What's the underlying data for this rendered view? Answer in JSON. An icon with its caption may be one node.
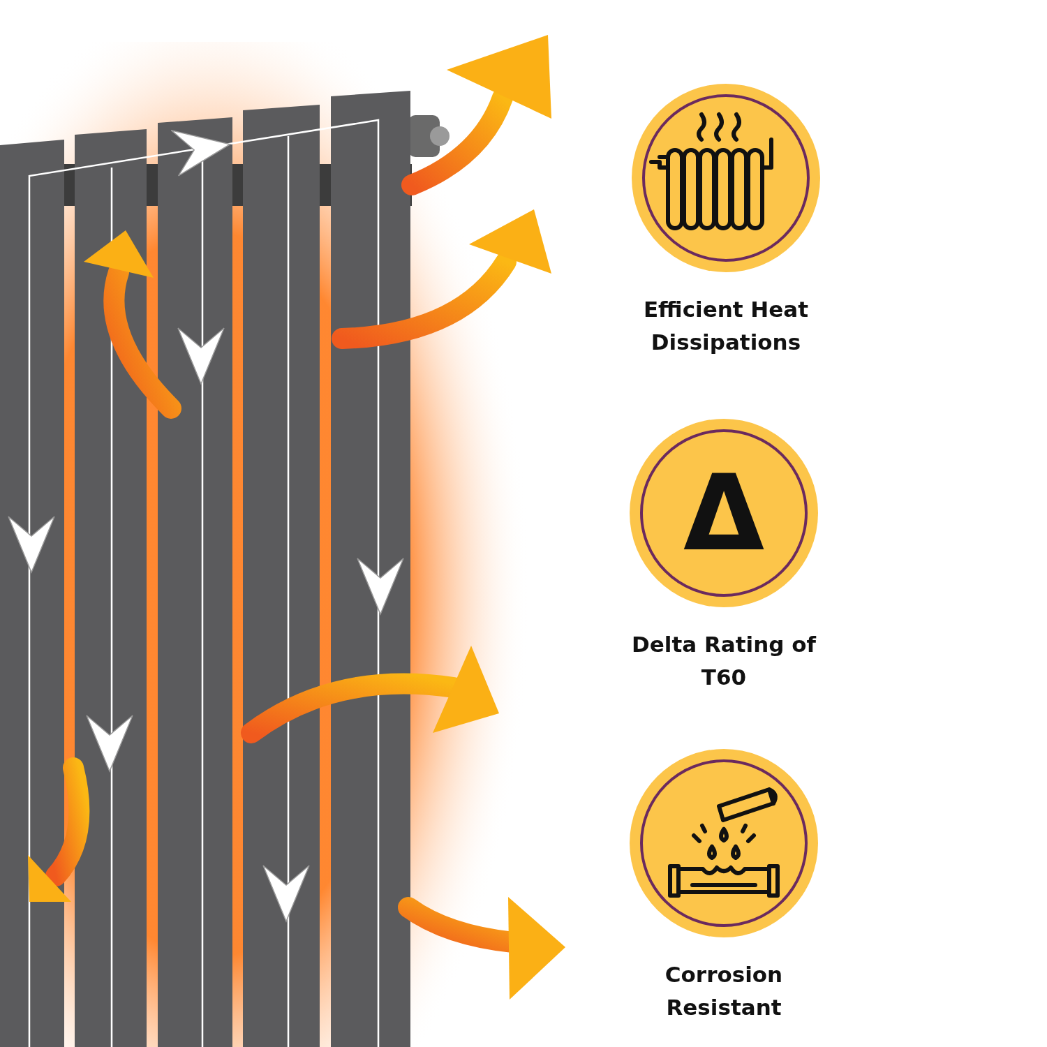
{
  "diagram": {
    "nodes": [
      {
        "text": [
          "Efficient Heat Dissipations"
        ]
      },
      {
        "text": [
          "Δ",
          "Delta Rating of T60"
        ]
      },
      {
        "text": [
          "Corrosion Resistant"
        ]
      }
    ]
  }
}
